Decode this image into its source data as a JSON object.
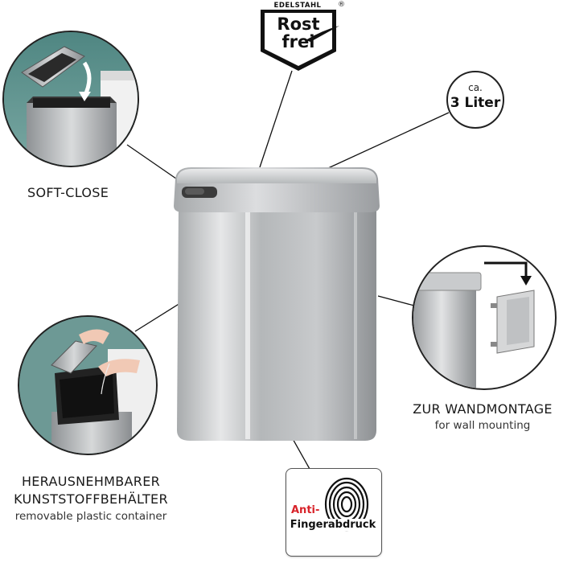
{
  "badge": {
    "top_text": "EDELSTAHL",
    "registered": "®",
    "line1": "Rost",
    "line2": "frei"
  },
  "capacity": {
    "prefix": "ca.",
    "value": "3 Liter"
  },
  "features": {
    "soft_close": "SOFT-CLOSE",
    "wall_mount_title": "ZUR WANDMONTAGE",
    "wall_mount_sub": "for wall mounting",
    "container_line1": "HERAUSNEHMBARER",
    "container_line2": "KUNSTSTOFFBEHÄLTER",
    "container_sub": "removable plastic container"
  },
  "anti_finger": {
    "line1": "Anti-",
    "line2": "Fingerabdruck"
  },
  "colors": {
    "accent_red": "#d8232a",
    "steel": "#b9bcbf",
    "teal_wall": "#6b9a96"
  }
}
